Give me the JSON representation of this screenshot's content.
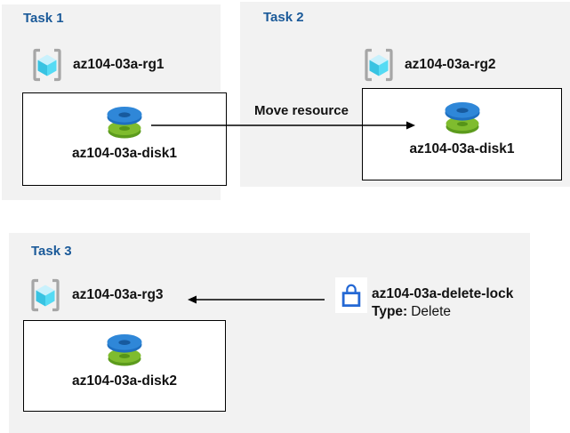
{
  "diagram": {
    "background": "#ffffff",
    "panel_color": "#f2f2f2",
    "title_color": "#1b5a99",
    "arrow_color": "#000000",
    "lock_color": "#2468d4"
  },
  "tasks": [
    {
      "title": "Task 1",
      "resource_group": "az104-03a-rg1",
      "resource": "az104-03a-disk1"
    },
    {
      "title": "Task 2",
      "resource_group": "az104-03a-rg2",
      "resource": "az104-03a-disk1"
    },
    {
      "title": "Task 3",
      "resource_group": "az104-03a-rg3",
      "resource": "az104-03a-disk2"
    }
  ],
  "move_arrow": {
    "label": "Move resource"
  },
  "lock": {
    "name": "az104-03a-delete-lock",
    "type_label": "Type:",
    "type_value": "Delete"
  },
  "icons": {
    "resource_group": "azure-resource-group-icon",
    "disk": "azure-managed-disk-icon",
    "lock": "delete-lock-icon"
  }
}
